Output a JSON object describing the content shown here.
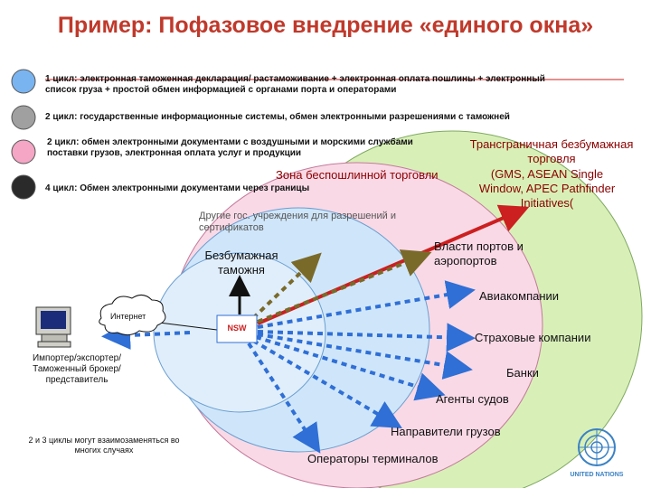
{
  "title": "Пример: Пофазовое внедрение «единого окна»",
  "legend": [
    {
      "text": "1  цикл: электронная таможенная декларация/ растаможивание + электронная оплата пошлины + электронный список груза  + простой обмен информацией с органами порта и операторами",
      "color": "#7ab4f0"
    },
    {
      "text": "2 цикл: государственные информационные системы, обмен электронными разрешениями с таможней",
      "color": "#a0a0a0"
    },
    {
      "text": "2 цикл: обмен электронными документами с воздушными и морскими службами поставки грузов, электронная оплата услуг и продукции",
      "color": "#f4a6c4"
    },
    {
      "text": "4 цикл: Обмен  электронными документами через границы",
      "color": "#2a2a2a"
    }
  ],
  "zones": {
    "cross_border": "Трансграничная безбумажная торговля",
    "gms": "(GMS, ASEAN Single Window, APEC Pathfinder Initiatives(",
    "free_trade": "Зона беспошлинной торговли",
    "gov_agencies": "Другие гос. учреждения для разрешений и сертификатов",
    "paperless_customs": "Безбумажная таможня",
    "nsw": "NSW"
  },
  "left": {
    "internet": "Интернет",
    "importer": "Импортер/экспортер/ Таможенный брокер/ представитель",
    "note": "2 и 3 циклы могут взаимозаменяться во многих случаях"
  },
  "targets": [
    "Власти портов и аэропортов",
    "Авиакомпании",
    "Страховые компании",
    "Банки",
    "Агенты судов",
    "Направители грузов",
    "Операторы терминалов"
  ],
  "logo_text": "UNITED NATIONS",
  "colors": {
    "title": "#c0392b",
    "green_zone": "#d8f0b8",
    "pink_zone": "#f9d9e6",
    "blue_zone": "#cfe6fa",
    "arrow_blue": "#2f6fd6",
    "arrow_red": "#cc1f1f",
    "arrow_olive": "#7a6a2a",
    "un_blue": "#3b82c4"
  }
}
